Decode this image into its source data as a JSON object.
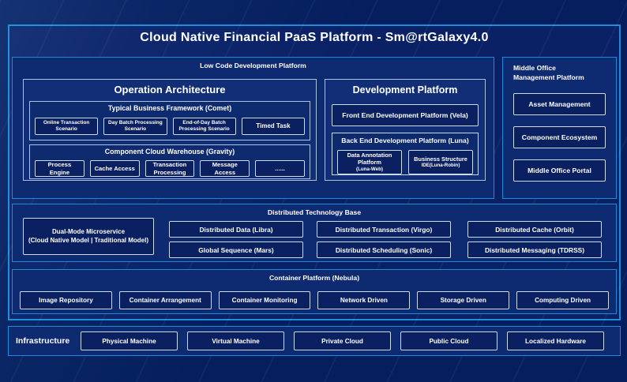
{
  "colors": {
    "page_background": "#051f5e",
    "panel_fill": "#0a2166",
    "section_fill": "#0e2a70",
    "leaf_fill": "#0a2061",
    "accent_border": "#1b8cd8",
    "light_border": "#ccdbec",
    "text": "#ffffff"
  },
  "title": "Cloud Native Financial PaaS Platform - Sm@rtGalaxy4.0",
  "low_code": {
    "label": "Low Code Development Platform",
    "operation_architecture": {
      "title": "Operation Architecture",
      "typical_business_framework": {
        "label": "Typical Business Framework (Comet)",
        "items": [
          "Online Transaction Scenario",
          "Day Batch Processing Scenario",
          "End-of-Day Batch Processing Scenario",
          "Timed Task"
        ]
      },
      "component_cloud_warehouse": {
        "label": "Component Cloud Warehouse (Gravity)",
        "items": [
          "Process Engine",
          "Cache Access",
          "Transaction Processing",
          "Message Access",
          "......"
        ]
      }
    },
    "development_platform": {
      "title": "Development Platform",
      "front_end": "Front End Development Platform (Vela)",
      "back_end": {
        "label": "Back End Development Platform (Luna)",
        "items": [
          {
            "name": "Data Annotation Platform",
            "sub": "(Luna-Web)"
          },
          {
            "name": "Business Structure",
            "sub": "IDE(Luna-Robin)"
          }
        ]
      }
    }
  },
  "middle_office": {
    "label": "Middle Office Management Platform",
    "items": [
      "Asset Management",
      "Component Ecosystem",
      "Middle Office Portal"
    ]
  },
  "distributed_base": {
    "label": "Distributed Technology Base",
    "dual_mode": {
      "line1": "Dual-Mode Microservice",
      "line2": "(Cloud Native Model | Traditional Model)"
    },
    "columns": [
      [
        "Distributed Data (Libra)",
        "Global Sequence (Mars)"
      ],
      [
        "Distributed Transaction (Virgo)",
        "Distributed Scheduling (Sonic)"
      ],
      [
        "Distributed Cache (Orbit)",
        "Distributed Messaging (TDRSS)"
      ]
    ]
  },
  "container_platform": {
    "label": "Container Platform (Nebula)",
    "items": [
      "Image Repository",
      "Container Arrangement",
      "Container Monitoring",
      "Network Driven",
      "Storage Driven",
      "Computing Driven"
    ]
  },
  "infrastructure": {
    "label": "Infrastructure",
    "items": [
      "Physical Machine",
      "Virtual Machine",
      "Private Cloud",
      "Public Cloud",
      "Localized Hardware"
    ]
  }
}
